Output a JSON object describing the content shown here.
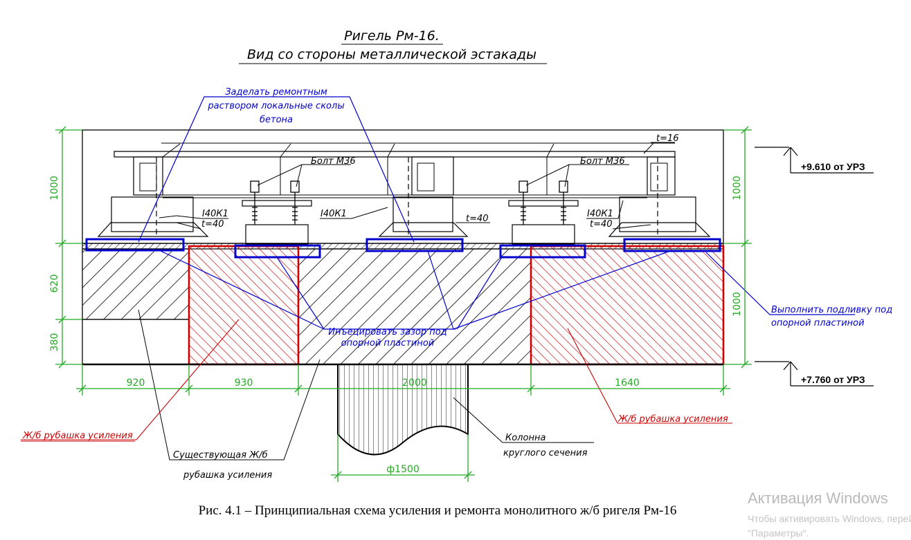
{
  "title": {
    "line1": "Ригель Рм-16.",
    "line2": "Вид со стороны металлической эстакады"
  },
  "labels": {
    "repair_mortar": [
      "Заделать ремонтным",
      "раствором локальные сколы",
      "бетона"
    ],
    "bolt_left": "Болт М36",
    "bolt_right": "Болт М36",
    "t16": "t=16",
    "beam_left": "I40К1",
    "beam_mid": "I40К1",
    "beam_right": "I40К1",
    "t40_left": "t=40",
    "t40_mid": "t=40",
    "t40_right": "t=40",
    "inject": [
      "Инъецировать зазор под",
      "опорной пластиной"
    ],
    "grout": [
      "Выполнить подливку под",
      "опорной пластиной"
    ],
    "jacket_left": "Ж/б рубашка усиления",
    "jacket_right": "Ж/б рубашка усиления",
    "existing_jacket": [
      "Существующая Ж/б",
      "рубашка усиления"
    ],
    "column": [
      "Колонна",
      "круглого сечения"
    ]
  },
  "elevations": {
    "top": "+9.610 от УРЗ",
    "bottom": "+7.760 от УРЗ"
  },
  "dimensions": {
    "left_1000": "1000",
    "left_620": "620",
    "left_380": "380",
    "right_1000_top": "1000",
    "right_1000_bottom": "1000",
    "w_920": "920",
    "w_930": "930",
    "w_2000": "2000",
    "w_1640": "1640",
    "diameter": "ф1500"
  },
  "caption": "Рис. 4.1 – Принципиальная схема усиления и ремонта монолитного ж/б ригеля Рм-16",
  "watermark": {
    "title": "Активация Windows",
    "line1": "Чтобы активировать Windows, перейдите в раздел",
    "line2": "\"Параметры\"."
  },
  "colors": {
    "dimension": "#22aa22",
    "callout": "#0000cc",
    "reinforcement": "#cc0000",
    "drawing": "#000000"
  }
}
